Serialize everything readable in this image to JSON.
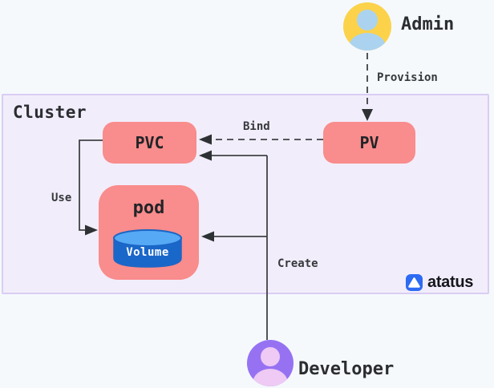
{
  "diagram": {
    "cluster_label": "Cluster",
    "nodes": {
      "pvc": "PVC",
      "pv": "PV",
      "pod": "pod",
      "volume": "Volume"
    },
    "actors": {
      "admin": "Admin",
      "developer": "Developer"
    },
    "edges": {
      "provision": "Provision",
      "bind": "Bind",
      "use": "Use",
      "create": "Create"
    }
  },
  "branding": {
    "logo_text": "atatus"
  },
  "colors": {
    "background": "#f5f9fc",
    "cluster_fill": "#f2edfb",
    "cluster_border": "#d9cdf3",
    "node_fill": "#f98c8c",
    "line": "#3f4245",
    "admin_avatar_bg": "#fcd24b",
    "admin_avatar_person": "#abd3ef",
    "developer_avatar_bg": "#9672f3",
    "developer_avatar_person": "#eecaf4",
    "volume_top": "#55a9f5",
    "volume_body": "#1a67ca",
    "logo_blue": "#2d6bf3"
  }
}
